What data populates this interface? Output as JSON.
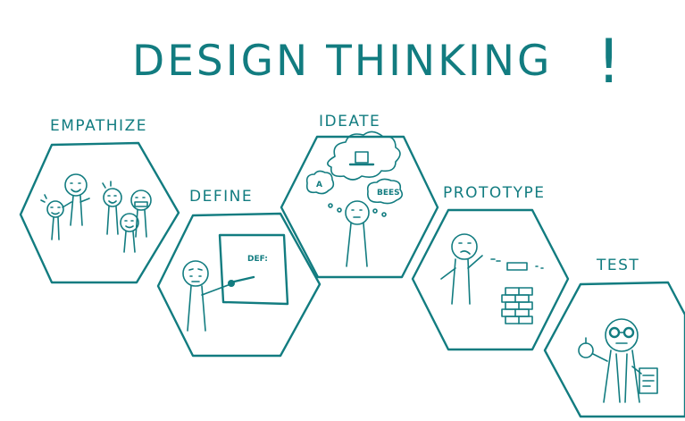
{
  "title": "DESIGN THINKING",
  "title_punctuation": "!",
  "ink_color": "#127c80",
  "background_color": "#ffffff",
  "stages": [
    {
      "label": "EMPATHIZE",
      "icon": "group-of-people-icon"
    },
    {
      "label": "DEFINE",
      "icon": "person-writing-definition-icon",
      "board_text": "DEF:"
    },
    {
      "label": "IDEATE",
      "icon": "person-thinking-ideas-icon",
      "bubble_text": "BEES",
      "bubble_letter": "A"
    },
    {
      "label": "PROTOTYPE",
      "icon": "person-building-blocks-icon"
    },
    {
      "label": "TEST",
      "icon": "person-with-clipboard-icon"
    }
  ]
}
